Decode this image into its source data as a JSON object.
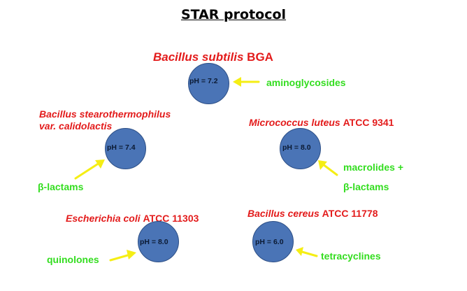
{
  "title": "STAR protocol",
  "colors": {
    "organism": "#e31b1b",
    "antibiotic": "#33dd1f",
    "plate": "#4a74b6",
    "arrow": "#f5ee14"
  },
  "plates": {
    "bacillus_subtilis": {
      "name": "Bacillus subtilis",
      "strain": "BGA",
      "ph": "pH = 7.2",
      "antibiotics": [
        "aminoglycosides"
      ]
    },
    "bacillus_stearothermophilus": {
      "name_line1": "Bacillus stearothermophilus",
      "name_line2": "var. calidolactis",
      "ph": "pH = 7.4",
      "antibiotics": [
        "β-lactams"
      ]
    },
    "micrococcus_luteus": {
      "name": "Micrococcus luteus",
      "strain": "ATCC 9341",
      "ph": "pH = 8.0",
      "antibiotics": [
        "macrolides +",
        "β-lactams"
      ]
    },
    "escherichia_coli": {
      "name": "Escherichia coli",
      "strain": "ATCC 11303",
      "ph": "pH = 8.0",
      "antibiotics": [
        "quinolones"
      ]
    },
    "bacillus_cereus": {
      "name": "Bacillus cereus",
      "strain": "ATCC 11778",
      "ph": "pH = 6.0",
      "antibiotics": [
        "tetracyclines"
      ]
    }
  }
}
